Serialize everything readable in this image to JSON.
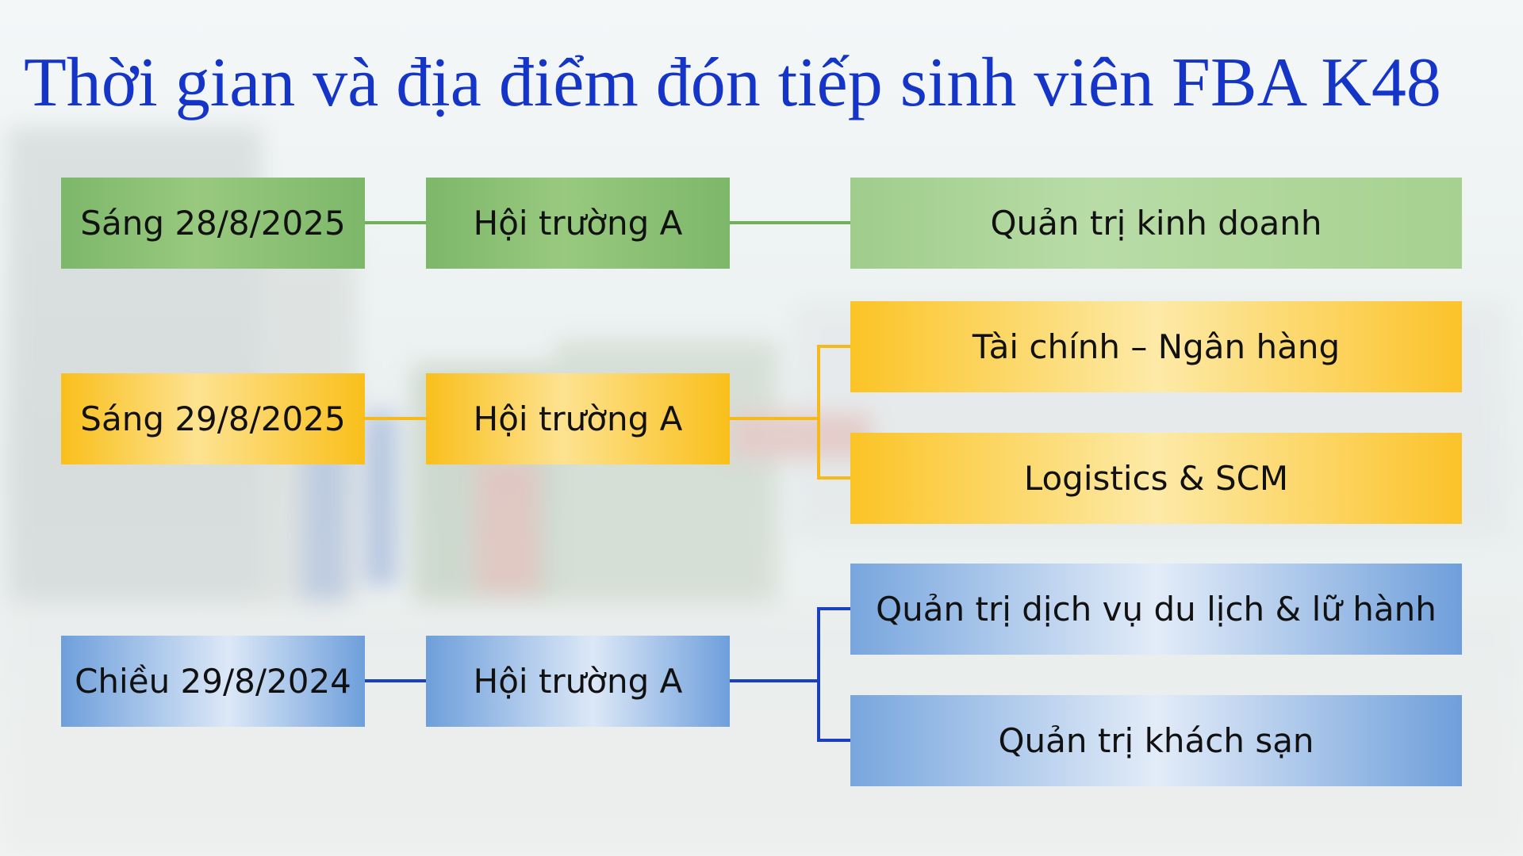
{
  "title": "Thời gian và địa điểm đón tiếp sinh viên FBA K48",
  "colors": {
    "title": "#1535c9",
    "green_line": "#6db356",
    "yellow_line": "#f5b91a",
    "blue_line": "#1a3fbf"
  },
  "groups": [
    {
      "time": "Sáng 28/8/2025",
      "venue": "Hội trường A",
      "majors": [
        "Quản trị kinh doanh"
      ]
    },
    {
      "time": "Sáng 29/8/2025",
      "venue": "Hội trường A",
      "majors": [
        "Tài chính – Ngân hàng",
        "Logistics & SCM"
      ]
    },
    {
      "time": "Chiều 29/8/2024",
      "venue": "Hội trường A",
      "majors": [
        "Quản trị dịch vụ du lịch & lữ hành",
        "Quản trị khách sạn"
      ]
    }
  ]
}
